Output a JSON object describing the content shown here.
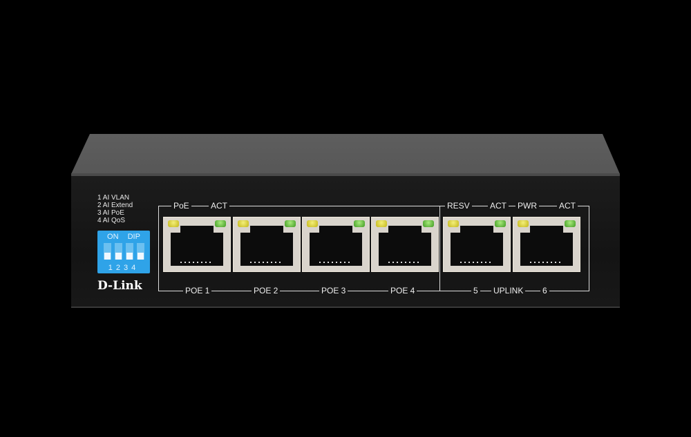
{
  "device": {
    "brand": "D-Link",
    "dip_modes": [
      "1 AI VLAN",
      "2 AI Extend",
      "3 AI PoE",
      "4 AI QoS"
    ],
    "dip_switch": {
      "header": "ON DIP",
      "numbers": "1234"
    },
    "top_labels": {
      "poe": "PoE",
      "act": "ACT",
      "resv": "RESV",
      "act2": "ACT",
      "pwr": "PWR",
      "act3": "ACT"
    },
    "ports": [
      {
        "label": "POE 1"
      },
      {
        "label": "POE 2"
      },
      {
        "label": "POE 3"
      },
      {
        "label": "POE 4"
      },
      {
        "label": "5"
      },
      {
        "label": "6"
      }
    ],
    "uplink_label": "UPLINK",
    "colors": {
      "dip_blue": "#2fa3e8",
      "led_yellow": "#d8cc2a",
      "led_green": "#5cc23a"
    }
  }
}
